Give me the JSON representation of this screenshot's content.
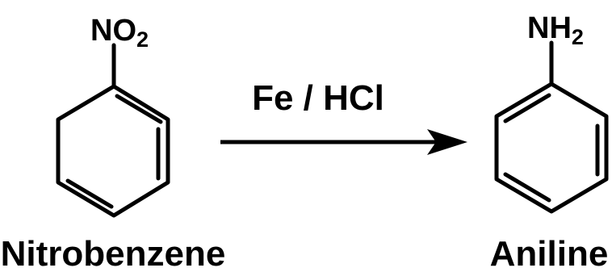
{
  "reactant": {
    "group_main": "NO",
    "group_sub": "2",
    "name": "Nitrobenzene"
  },
  "reagent": "Fe / HCl",
  "product": {
    "group_main": "NH",
    "group_sub": "2",
    "name": "Aniline"
  },
  "colors": {
    "ink": "#000000",
    "background": "#ffffff"
  }
}
